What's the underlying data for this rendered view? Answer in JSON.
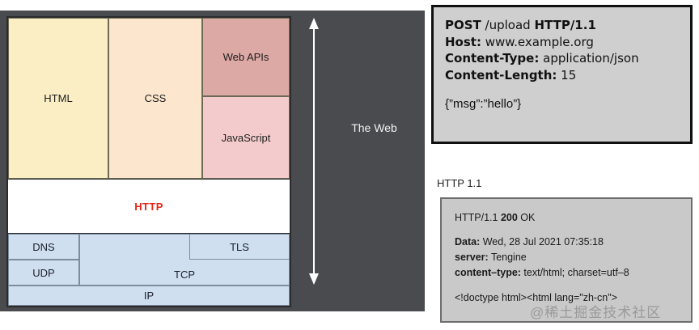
{
  "diagram": {
    "web_label": "The Web",
    "arrow": "vertical-double-arrow",
    "layers": {
      "html": "HTML",
      "css": "CSS",
      "web_apis": "Web APIs",
      "javascript": "JavaScript",
      "http": "HTTP",
      "dns": "DNS",
      "udp": "UDP",
      "tcp": "TCP",
      "tls": "TLS",
      "ip": "IP"
    },
    "colors": {
      "html": "#fbeec4",
      "css": "#fce6cd",
      "web_apis": "#dda9a5",
      "javascript": "#f4cbcc",
      "http_text": "#e8251a",
      "protocol": "#cfdfef",
      "canvas": "#4a4b4e"
    }
  },
  "request": {
    "line1_method": "POST",
    "line1_path": " /upload ",
    "line1_version": "HTTP/1.1",
    "host_key": "Host:",
    "host_value": " www.example.org",
    "content_type_key": "Content-Type:",
    "content_type_value": " application/json",
    "content_length_key": "Content-Length:",
    "content_length_value": " 15",
    "body": "{”msg”:”hello”}"
  },
  "response": {
    "caption": "HTTP 1.1",
    "status_version": "HTTP/1.1 ",
    "status_code": "200",
    "status_text": " OK",
    "data_key": "Data:",
    "data_value": " Wed, 28 Jul 2021 07:35:18",
    "server_key": "server:",
    "server_value": " Tengine",
    "content_type_key": "content–type:",
    "content_type_value": " text/html; charset=utf–8",
    "doctype": "<!doctype html><html lang=\"zh-cn\">"
  },
  "watermark": "@稀土掘金技术社区"
}
